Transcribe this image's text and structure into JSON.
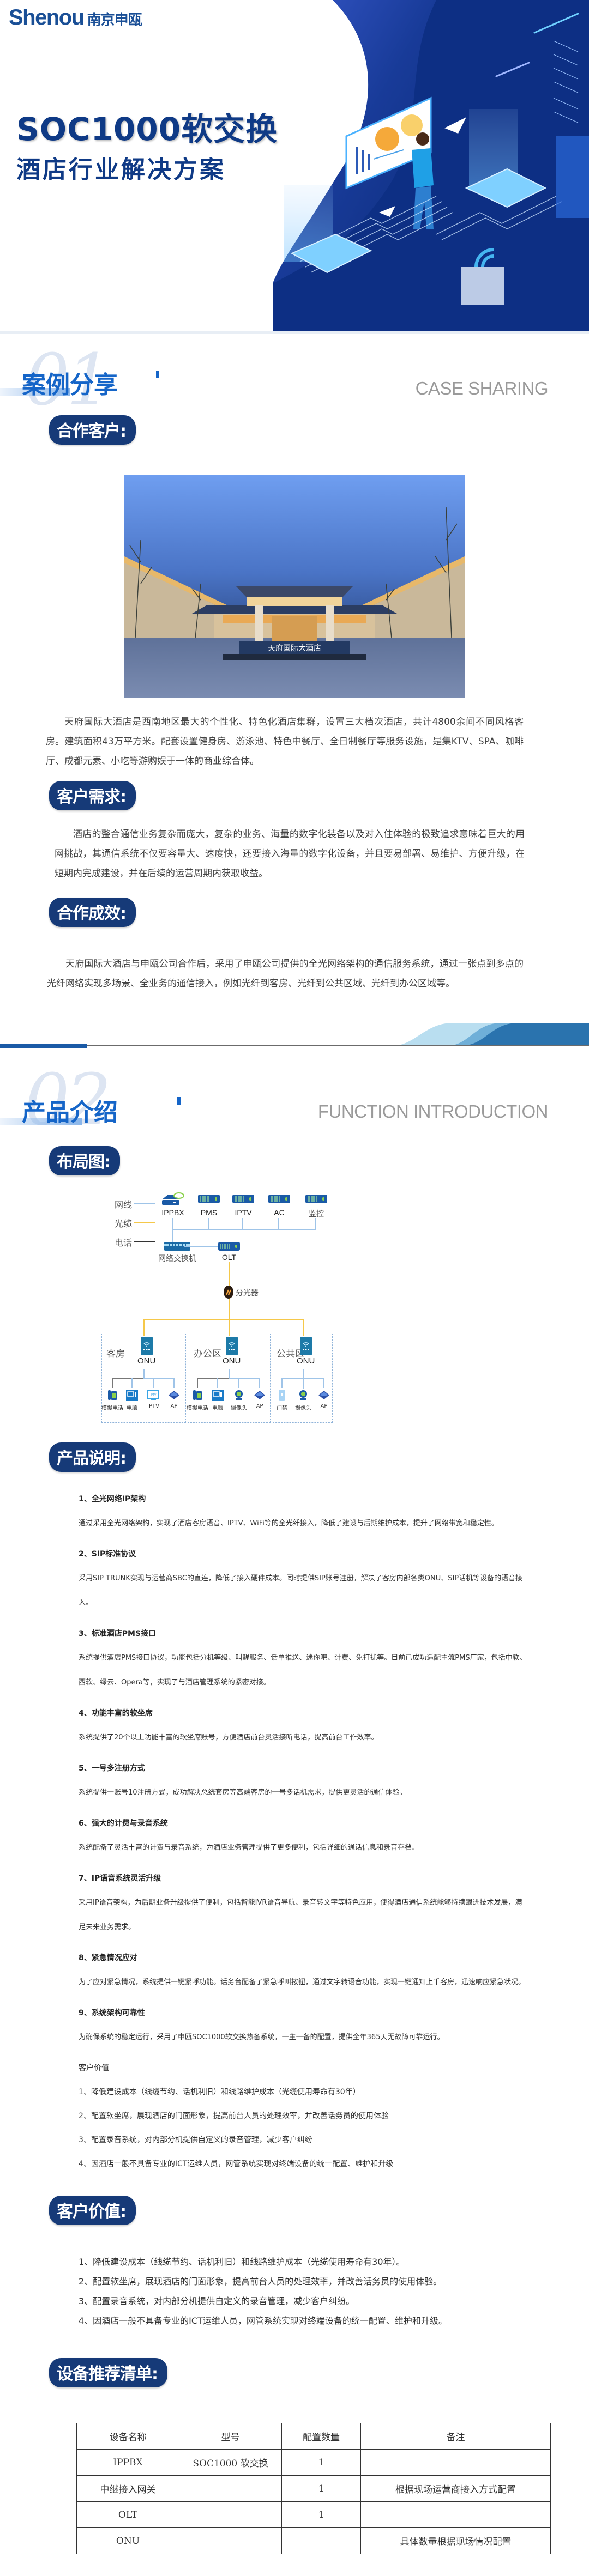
{
  "hero": {
    "logo_en": "Shenou",
    "logo_cn": "南京申瓯",
    "title": "SOC1000软交换",
    "subtitle": "酒店行业解决方案"
  },
  "case_section": {
    "number": "01",
    "title": "案例分享",
    "title_en": "CASE SHARING",
    "partner_label": "合作客户:",
    "photo_sign": "天府国际大酒店",
    "partner_text": "天府国际大酒店是西南地区最大的个性化、特色化酒店集群，设置三大档次酒店，共计4800余间不同风格客房。建筑面积43万平方米。配套设置健身房、游泳池、特色中餐厅、全日制餐厅等服务设施，是集KTV、SPA、咖啡厅、成都元素、小吃等游购娱于一体的商业综合体。",
    "needs_label": "客户需求:",
    "needs_text": "酒店的整合通信业务复杂而庞大，复杂的业务、海量的数字化装备以及对入住体验的极致追求意味着巨大的用网挑战，其通信系统不仅要容量大、速度快，还要接入海量的数字化设备，并且要易部署、易维护、方便升级，在短期内完成建设，并在后续的运营周期内获取收益。",
    "result_label": "合作成效:",
    "result_text": "天府国际大酒店与申瓯公司合作后，采用了申瓯公司提供的全光网络架构的通信服务系统，通过一张点到多点的光纤网络实现多场景、全业务的通信接入，例如光纤到客房、光纤到公共区域、光纤到办公区域等。"
  },
  "product_section": {
    "number": "02",
    "title": "产品介绍",
    "title_en": "FUNCTION INTRODUCTION",
    "layout_label": "布局图:",
    "diagram": {
      "legend": [
        {
          "label": "网线",
          "color": "#9fc4e8"
        },
        {
          "label": "光缆",
          "color": "#f5c84a"
        },
        {
          "label": "电话",
          "color": "#333333"
        }
      ],
      "top_devices": [
        "IPPBX",
        "PMS",
        "IPTV",
        "AC",
        "监控"
      ],
      "switch_label": "网络交换机",
      "olt_label": "OLT",
      "splitter_label": "分光器",
      "zones": [
        {
          "name": "客房",
          "onu": "ONU",
          "terminals": [
            "模拟电话",
            "电脑",
            "IPTV",
            "AP"
          ]
        },
        {
          "name": "办公区",
          "onu": "ONU",
          "terminals": [
            "模拟电话",
            "电脑",
            "摄像头",
            "AP"
          ]
        },
        {
          "name": "公共区",
          "onu": "ONU",
          "terminals": [
            "门禁",
            "摄像头",
            "AP"
          ]
        }
      ]
    },
    "desc_label": "产品说明:",
    "features": [
      {
        "title": "1、全光网络IP架构",
        "desc": "通过采用全光网络架构，实现了酒店客房语音、IPTV、WiFi等的全光纤接入，降低了建设与后期维护成本，提升了网络带宽和稳定性。"
      },
      {
        "title": "2、SIP标准协议",
        "desc": "采用SIP TRUNK实现与运营商SBC的直连，降低了接入硬件成本。同时提供SIP账号注册，解决了客房内部各类ONU、SIP话机等设备的语音接入。"
      },
      {
        "title": "3、标准酒店PMS接口",
        "desc": "系统提供酒店PMS接口协议，功能包括分机等级、叫醒服务、话单推送、迷你吧、计费、免打扰等。目前已成功适配主流PMS厂家，包括中软、西软、绿云、Opera等，实现了与酒店管理系统的紧密对接。"
      },
      {
        "title": "4、功能丰富的软坐席",
        "desc": "系统提供了20个以上功能丰富的软坐席账号，方便酒店前台灵活接听电话，提高前台工作效率。"
      },
      {
        "title": "5、一号多注册方式",
        "desc": "系统提供一账号10注册方式，成功解决总统套房等高端客房的一号多话机需求，提供更灵活的通信体验。"
      },
      {
        "title": "6、强大的计费与录音系统",
        "desc": "系统配备了灵活丰富的计费与录音系统，为酒店业务管理提供了更多便利，包括详细的通话信息和录音存档。"
      },
      {
        "title": "7、IP语音系统灵活升级",
        "desc": "采用IP语音架构，为后期业务升级提供了便利，包括智能IVR语音导航、录音转文字等特色应用，使得酒店通信系统能够持续跟进技术发展，满足未来业务需求。"
      },
      {
        "title": "8、紧急情况应对",
        "desc": "为了应对紧急情况，系统提供一键紧呼功能。话务台配备了紧急呼叫按钮，通过文字转语音功能，实现一键通知上千客房，迅速响应紧急状况。"
      },
      {
        "title": "9、系统架构可靠性",
        "desc": "为确保系统的稳定运行，采用了申瓯SOC1000软交换热备系统，一主一备的配置，提供全年365天无故障可靠运行。"
      }
    ],
    "inline_value_title": "客户价值",
    "inline_values": [
      "1、降低建设成本（线缆节约、话机利旧）和线路维护成本（光缆使用寿命有30年）",
      "2、配置软坐席，展现酒店的门面形象，提高前台人员的处理效率，并改善话务员的使用体验",
      "3、配置录音系统，对内部分机提供自定义的录音管理，减少客户纠纷",
      "4、因酒店一般不具备专业的ICT运维人员，网管系统实现对终端设备的统一配置、维护和升级"
    ],
    "value_label": "客户价值:",
    "values": [
      "1、降低建设成本（线缆节约、话机利旧）和线路维护成本（光缆使用寿命有30年）。",
      "2、配置软坐席，展现酒店的门面形象，提高前台人员的处理效率，并改善话务员的使用体验。",
      "3、配置录音系统，对内部分机提供自定义的录音管理，减少客户纠纷。",
      "4、因酒店一般不具备专业的ICT运维人员，网管系统实现对终端设备的统一配置、维护和升级。"
    ],
    "equip_label": "设备推荐清单:",
    "equip_table": {
      "headers": [
        "设备名称",
        "型号",
        "配置数量",
        "备注"
      ],
      "rows": [
        [
          "IPPBX",
          "SOC1000 软交换",
          "1",
          ""
        ],
        [
          "中继接入网关",
          "",
          "1",
          "根据现场运营商接入方式配置"
        ],
        [
          "OLT",
          "",
          "1",
          ""
        ],
        [
          "ONU",
          "",
          "",
          "具体数量根据现场情况配置"
        ]
      ]
    }
  },
  "colors": {
    "brand_blue": "#1a4f96",
    "title_navy": "#0f3a86",
    "section_blue": "#1565c8",
    "pill_bg": "#163a78",
    "network_line": "#9fc4e8",
    "fiber_line": "#f5c84a"
  }
}
